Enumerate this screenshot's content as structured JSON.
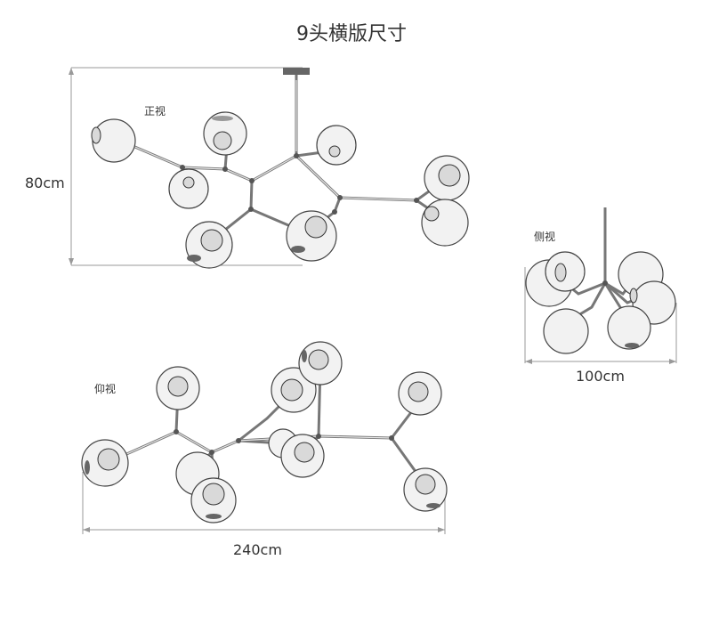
{
  "title": "9头横版尺寸",
  "views": {
    "front": {
      "label": "正视",
      "height_dim": "80cm"
    },
    "side": {
      "label": "侧视",
      "width_dim": "100cm"
    },
    "bottom": {
      "label": "仰视",
      "width_dim": "240cm"
    }
  }
}
